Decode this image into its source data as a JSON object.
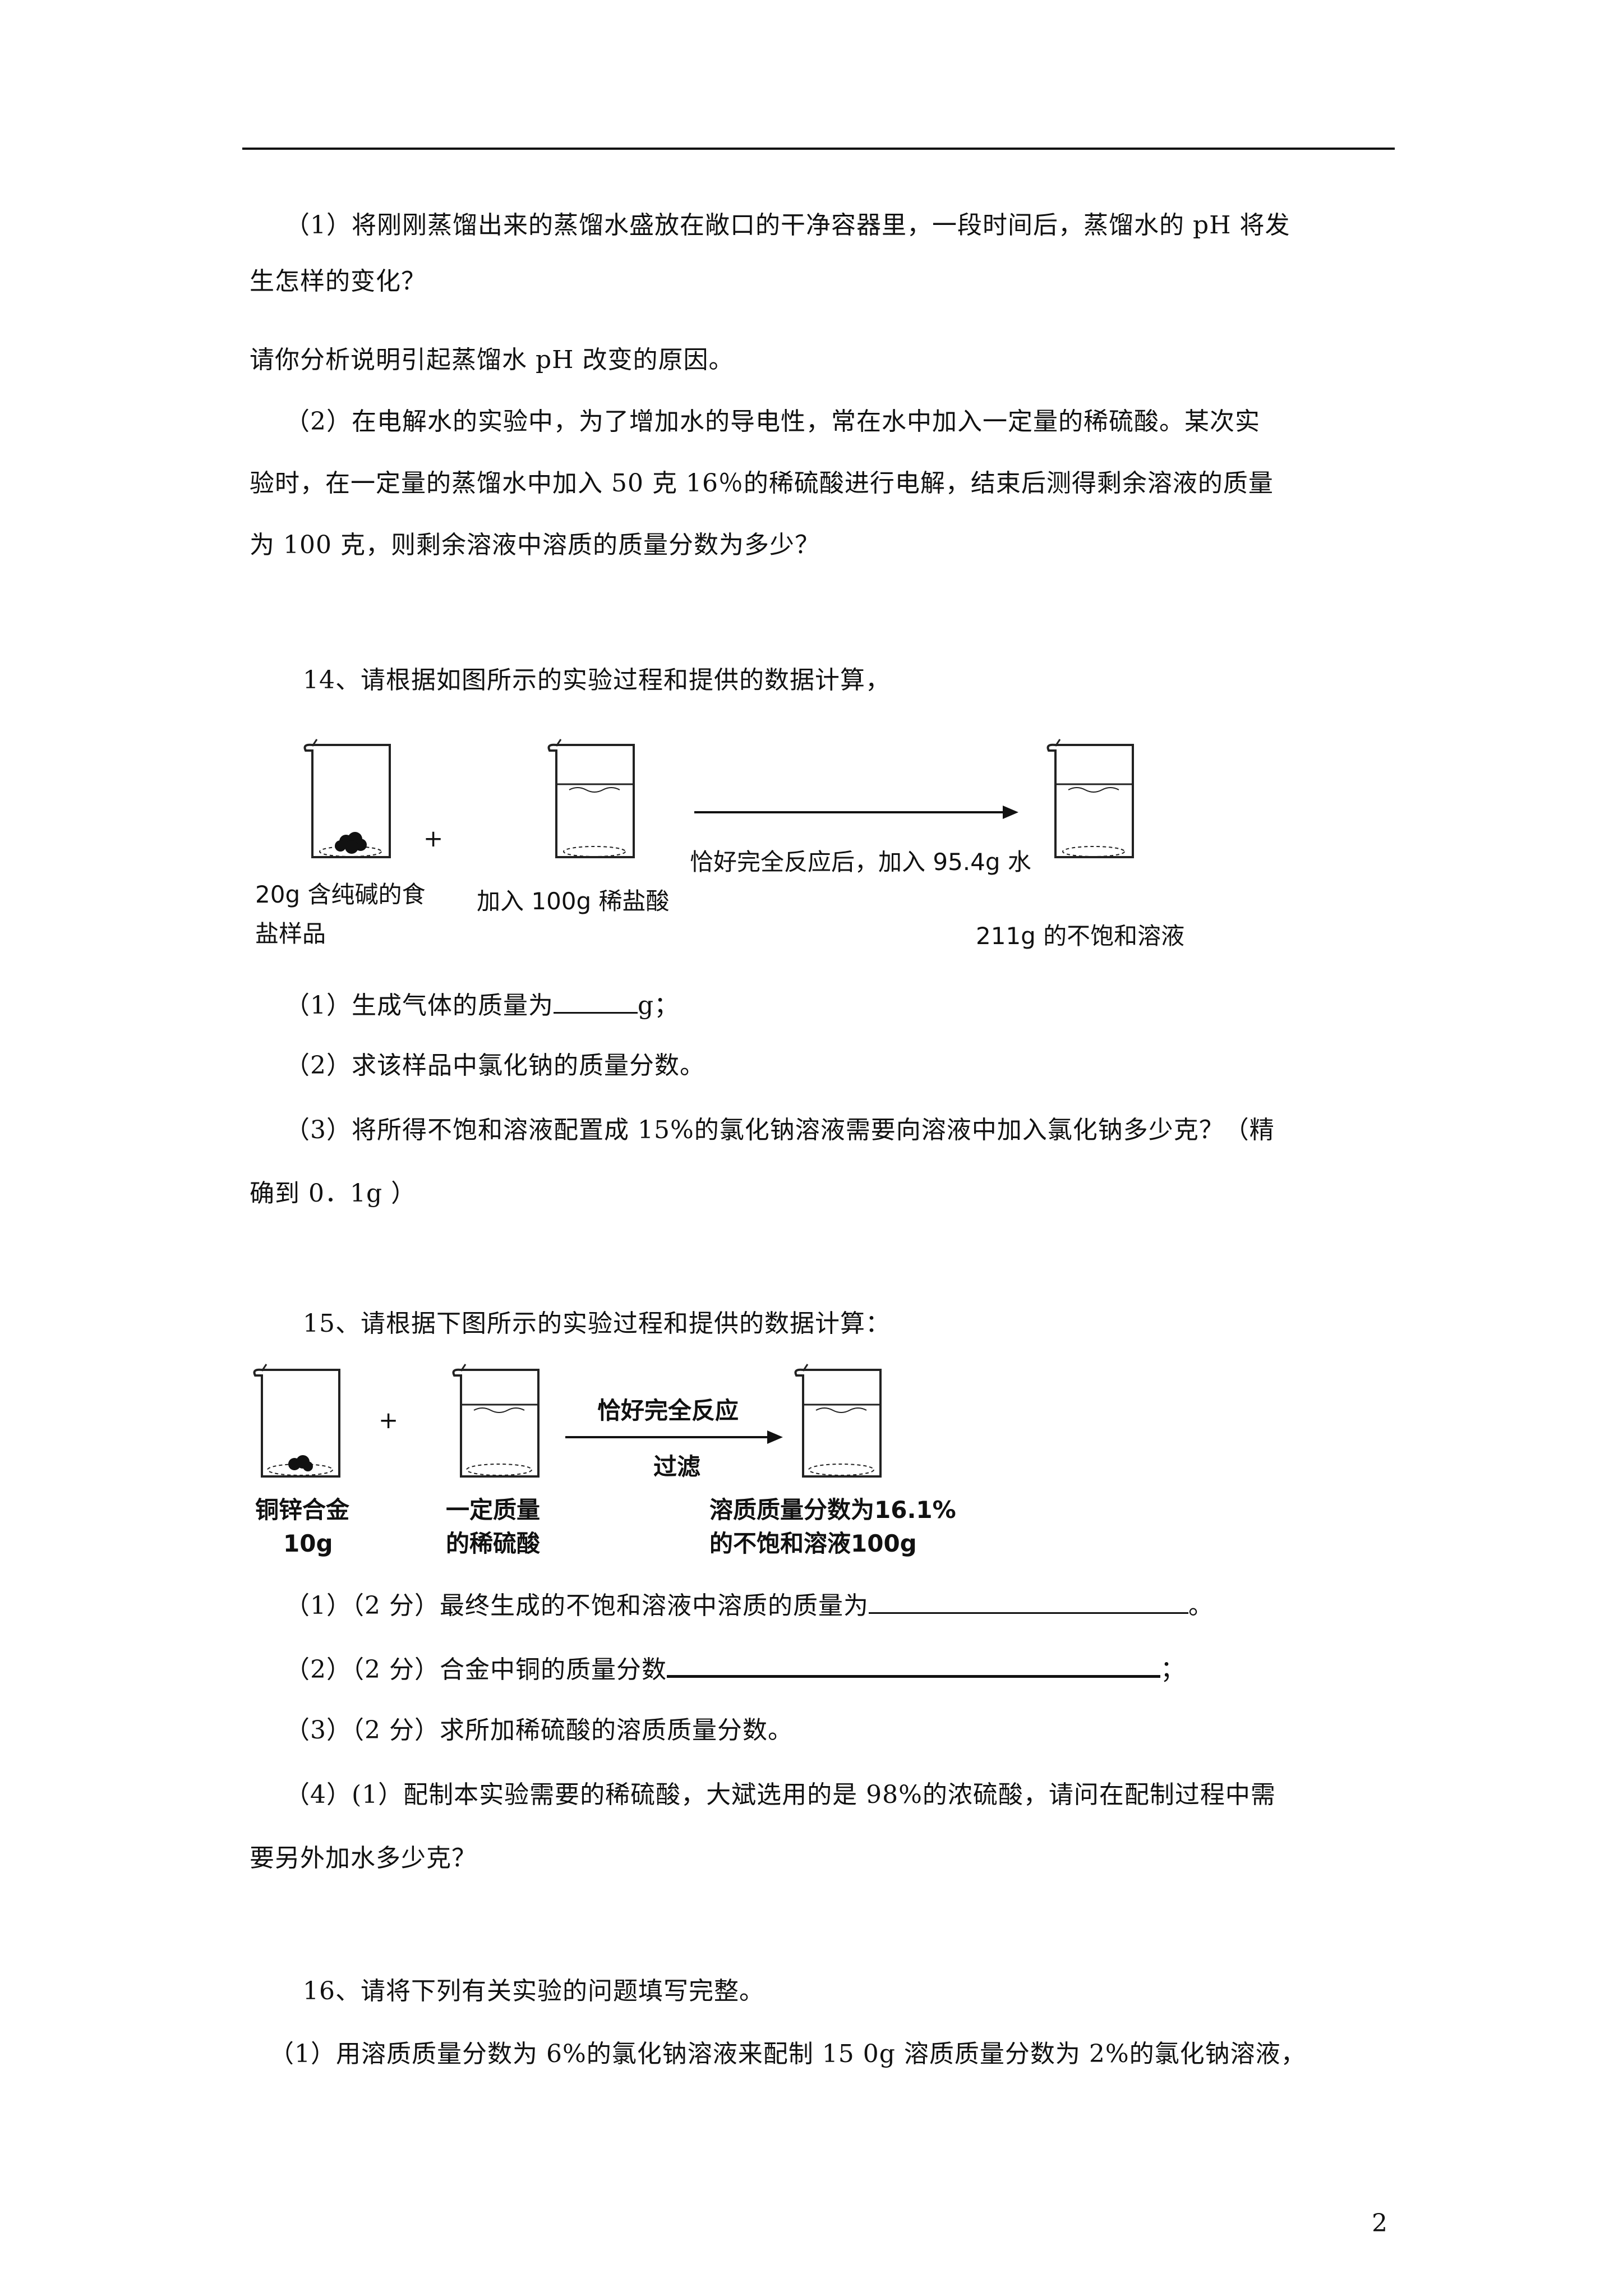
{
  "section_13": {
    "p1_line1": "（1）将刚刚蒸馏出来的蒸馏水盛放在敞口的干净容器里，一段时间后，蒸馏水的 pH 将发",
    "p1_line2": "生怎样的变化？",
    "p1_line3": "请你分析说明引起蒸馏水 pH 改变的原因。",
    "p2_line1": "（2）在电解水的实验中，为了增加水的导电性，常在水中加入一定量的稀硫酸。某次实",
    "p2_line2": "验时，在一定量的蒸馏水中加入 50 克 16％的稀硫酸进行电解，结束后测得剩余溶液的质量",
    "p2_line3": "为 100 克，则剩余溶液中溶质的质量分数为多少？"
  },
  "q14": {
    "title": "14、请根据如图所示的实验过程和提供的数据计算，",
    "figure": {
      "beaker1_label_line1": "20g 含纯碱的食",
      "beaker1_label_line2": "盐样品",
      "plus": "+",
      "beaker2_label": "加入 100g 稀盐酸",
      "arrow_label": "恰好完全反应后，加入 95.4g 水",
      "beaker3_label": "211g 的不饱和溶液"
    },
    "sub1_before": "（1）生成气体的质量为",
    "sub1_after": "g；",
    "sub2": "（2）求该样品中氯化钠的质量分数。",
    "sub3_line1": "（3）将所得不饱和溶液配置成 15%的氯化钠溶液需要向溶液中加入氯化钠多少克？（精",
    "sub3_line2": "确到 0．1g ）"
  },
  "q15": {
    "title": "15、请根据下图所示的实验过程和提供的数据计算：",
    "figure": {
      "beaker1_label_line1": "铜锌合金",
      "beaker1_label_line2": "10g",
      "plus": "+",
      "beaker2_label_line1": "一定质量",
      "beaker2_label_line2": "的稀硫酸",
      "arrow_label_top": "恰好完全反应",
      "arrow_label_bottom": "过滤",
      "beaker3_label_line1": "溶质质量分数为16.1%",
      "beaker3_label_line2": "的不饱和溶液100g"
    },
    "sub1_before": "（1）（2 分）最终生成的不饱和溶液中溶质的质量为",
    "sub1_after": "。",
    "sub2_before": "（2）（2 分）合金中铜的质量分数",
    "sub2_after": "；",
    "sub3": "（3）（2 分）求所加稀硫酸的溶质质量分数。",
    "sub4_line1": "（4）(1）配制本实验需要的稀硫酸，大斌选用的是 98%的浓硫酸，请问在配制过程中需",
    "sub4_line2": "要另外加水多少克？"
  },
  "q16": {
    "title": "16、请将下列有关实验的问题填写完整。",
    "sub1": "（1）用溶质质量分数为 6%的氯化钠溶液来配制 15 0g 溶质质量分数为 2%的氯化钠溶液，"
  },
  "page_number": "2"
}
